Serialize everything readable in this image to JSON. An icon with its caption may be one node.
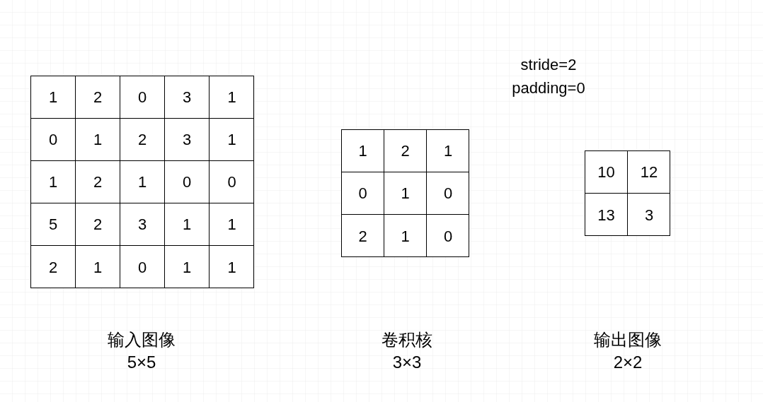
{
  "diagram": {
    "nodes": [
      {
        "text": [],
        "shape": "box",
        "beside": [
          "输入图像",
          "5×5"
        ]
      },
      {
        "text": [
          "1"
        ],
        "in": 0
      },
      {
        "text": [
          "2"
        ],
        "in": 0
      },
      {
        "text": [
          "0"
        ],
        "in": 0
      },
      {
        "text": [
          "3"
        ],
        "in": 0
      },
      {
        "text": [
          "1"
        ],
        "in": 0
      },
      {
        "text": [
          "0"
        ],
        "in": 0
      },
      {
        "text": [
          "1"
        ],
        "in": 0
      },
      {
        "text": [
          "2"
        ],
        "in": 0
      },
      {
        "text": [
          "3"
        ],
        "in": 0
      },
      {
        "text": [
          "1"
        ],
        "in": 0
      },
      {
        "text": [
          "1"
        ],
        "in": 0
      },
      {
        "text": [
          "2"
        ],
        "in": 0
      },
      {
        "text": [
          "1"
        ],
        "in": 0
      },
      {
        "text": [
          "0"
        ],
        "in": 0
      },
      {
        "text": [
          "0"
        ],
        "in": 0
      },
      {
        "text": [
          "5"
        ],
        "in": 0
      },
      {
        "text": [
          "2"
        ],
        "in": 0
      },
      {
        "text": [
          "3"
        ],
        "in": 0
      },
      {
        "text": [
          "1"
        ],
        "in": 0
      },
      {
        "text": [
          "1"
        ],
        "in": 0
      },
      {
        "text": [
          "2"
        ],
        "in": 0
      },
      {
        "text": [
          "1"
        ],
        "in": 0
      },
      {
        "text": [
          "0"
        ],
        "in": 0
      },
      {
        "text": [
          "1"
        ],
        "in": 0
      },
      {
        "text": [
          "1"
        ],
        "in": 0
      },
      {
        "text": [],
        "shape": "box",
        "beside": [
          "卷积核",
          "3×3"
        ]
      },
      {
        "text": [
          "1"
        ],
        "in": 26
      },
      {
        "text": [
          "2"
        ],
        "in": 26
      },
      {
        "text": [
          "1"
        ],
        "in": 26
      },
      {
        "text": [
          "0"
        ],
        "in": 26
      },
      {
        "text": [
          "1"
        ],
        "in": 26
      },
      {
        "text": [
          "0"
        ],
        "in": 26
      },
      {
        "text": [
          "2"
        ],
        "in": 26
      },
      {
        "text": [
          "1"
        ],
        "in": 26
      },
      {
        "text": [
          "0"
        ],
        "in": 26
      },
      {
        "text": [],
        "shape": "box",
        "beside": [
          "输出图像",
          "2×2"
        ]
      },
      {
        "text": [
          "10"
        ],
        "in": 36
      },
      {
        "text": [
          "12"
        ],
        "in": 36
      },
      {
        "text": [
          "13"
        ],
        "in": 36
      },
      {
        "text": [
          "3"
        ],
        "in": 36
      }
    ],
    "labels": [
      "stride=2",
      "padding=0"
    ]
  }
}
